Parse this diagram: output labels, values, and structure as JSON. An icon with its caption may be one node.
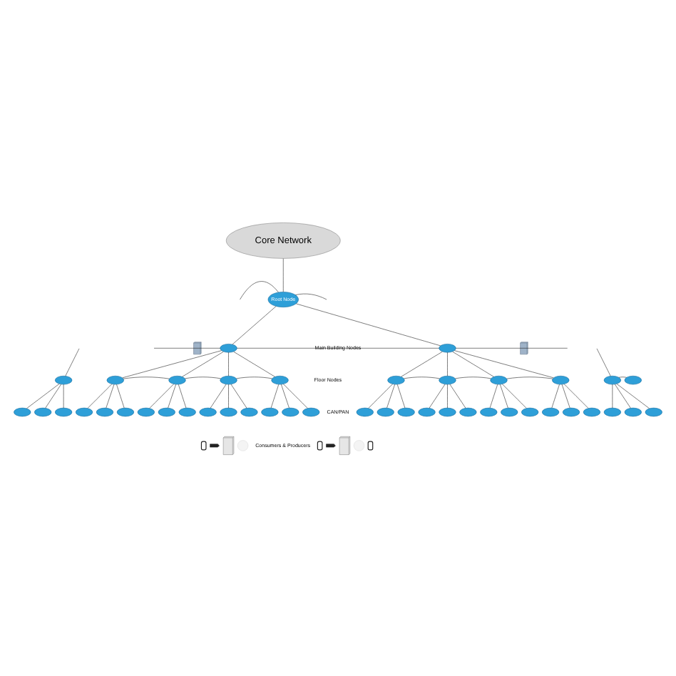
{
  "diagram": {
    "nodes": [
      {
        "text": [
          "Core Network"
        ]
      },
      {
        "text": [
          "Root Node"
        ]
      },
      {
        "text": [],
        "shape": "building"
      },
      {
        "text": [],
        "shape": "router"
      },
      {
        "text": [],
        "shape": "building"
      },
      {
        "text": [],
        "shape": "router"
      },
      {
        "text": [],
        "shape": "router"
      },
      {
        "text": [],
        "shape": "router"
      },
      {
        "text": [],
        "shape": "router"
      },
      {
        "text": [],
        "shape": "router"
      },
      {
        "text": [],
        "shape": "router"
      },
      {
        "text": [],
        "shape": "router"
      },
      {
        "text": [],
        "shape": "router"
      },
      {
        "text": [],
        "shape": "router"
      },
      {
        "text": [],
        "shape": "router"
      },
      {
        "text": [],
        "shape": "router"
      },
      {
        "text": [],
        "shape": "router"
      },
      {
        "text": [],
        "shape": "router"
      },
      {
        "text": [],
        "shape": "router"
      },
      {
        "text": [],
        "shape": "router"
      },
      {
        "text": [],
        "shape": "router"
      },
      {
        "text": [],
        "shape": "router"
      },
      {
        "text": [],
        "shape": "router"
      },
      {
        "text": [],
        "shape": "router"
      },
      {
        "text": [],
        "shape": "router"
      },
      {
        "text": [],
        "shape": "router"
      },
      {
        "text": [],
        "shape": "router"
      },
      {
        "text": [],
        "shape": "router"
      },
      {
        "text": [],
        "shape": "router"
      },
      {
        "text": [],
        "shape": "router"
      },
      {
        "text": [],
        "shape": "router"
      },
      {
        "text": [],
        "shape": "router"
      },
      {
        "text": [],
        "shape": "router"
      },
      {
        "text": [],
        "shape": "router"
      },
      {
        "text": [],
        "shape": "router"
      },
      {
        "text": [],
        "shape": "router"
      },
      {
        "text": [],
        "shape": "router"
      },
      {
        "text": [],
        "shape": "router"
      },
      {
        "text": [],
        "shape": "router"
      },
      {
        "text": [],
        "shape": "router"
      },
      {
        "text": [],
        "shape": "router"
      },
      {
        "text": [],
        "shape": "router"
      },
      {
        "text": [],
        "shape": "router"
      },
      {
        "text": [],
        "shape": "router"
      },
      {
        "text": [],
        "shape": "router"
      },
      {
        "text": [],
        "shape": "router"
      },
      {
        "text": [],
        "shape": "router"
      },
      {
        "text": [],
        "shape": "phone"
      },
      {
        "text": [],
        "shape": "camera"
      },
      {
        "text": [],
        "shape": "server"
      },
      {
        "text": [],
        "shape": "sensor"
      },
      {
        "text": [],
        "shape": "phone"
      },
      {
        "text": [],
        "shape": "camera"
      },
      {
        "text": [],
        "shape": "server"
      },
      {
        "text": [],
        "shape": "sensor"
      },
      {
        "text": [],
        "shape": "phone"
      }
    ],
    "edges": [
      {
        "from": 1,
        "to": 0,
        "arrow": "none"
      },
      {
        "from": 1,
        "to": null,
        "arrow": "none"
      },
      {
        "from": 1,
        "to": 3,
        "arrow": "none"
      },
      {
        "from": 1,
        "to": 5,
        "arrow": "none"
      },
      {
        "from": 1,
        "to": null,
        "arrow": "none"
      },
      {
        "from": null,
        "to": 3,
        "arrow": "none"
      },
      {
        "from": 3,
        "to": 5,
        "arrow": "none"
      },
      {
        "from": 5,
        "to": null,
        "arrow": "none"
      },
      {
        "from": null,
        "to": 6,
        "arrow": "none"
      },
      {
        "from": 3,
        "to": 7,
        "arrow": "none"
      },
      {
        "from": 3,
        "to": 8,
        "arrow": "none"
      },
      {
        "from": 3,
        "to": 9,
        "arrow": "none"
      },
      {
        "from": 3,
        "to": 10,
        "arrow": "none"
      },
      {
        "from": 7,
        "to": 8,
        "arrow": "none"
      },
      {
        "from": 8,
        "to": 9,
        "arrow": "none"
      },
      {
        "from": 9,
        "to": 10,
        "arrow": "none"
      },
      {
        "from": 5,
        "to": 11,
        "arrow": "none"
      },
      {
        "from": 5,
        "to": 12,
        "arrow": "none"
      },
      {
        "from": 5,
        "to": 13,
        "arrow": "none"
      },
      {
        "from": 5,
        "to": 14,
        "arrow": "none"
      },
      {
        "from": 11,
        "to": 12,
        "arrow": "none"
      },
      {
        "from": 12,
        "to": 13,
        "arrow": "none"
      },
      {
        "from": 13,
        "to": 14,
        "arrow": "none"
      },
      {
        "from": null,
        "to": 15,
        "arrow": "none"
      },
      {
        "from": 15,
        "to": 16,
        "arrow": "none"
      },
      {
        "from": 6,
        "to": 17,
        "arrow": "none"
      },
      {
        "from": 6,
        "to": 18,
        "arrow": "none"
      },
      {
        "from": 6,
        "to": 19,
        "arrow": "none"
      },
      {
        "from": 7,
        "to": 20,
        "arrow": "none"
      },
      {
        "from": 7,
        "to": 21,
        "arrow": "none"
      },
      {
        "from": 7,
        "to": 22,
        "arrow": "none"
      },
      {
        "from": 8,
        "to": 23,
        "arrow": "none"
      },
      {
        "from": 8,
        "to": 24,
        "arrow": "none"
      },
      {
        "from": 8,
        "to": 25,
        "arrow": "none"
      },
      {
        "from": 9,
        "to": 26,
        "arrow": "none"
      },
      {
        "from": 9,
        "to": 27,
        "arrow": "none"
      },
      {
        "from": 9,
        "to": 28,
        "arrow": "none"
      },
      {
        "from": 10,
        "to": 29,
        "arrow": "none"
      },
      {
        "from": 10,
        "to": 30,
        "arrow": "none"
      },
      {
        "from": 10,
        "to": 31,
        "arrow": "none"
      },
      {
        "from": 11,
        "to": 32,
        "arrow": "none"
      },
      {
        "from": 11,
        "to": 33,
        "arrow": "none"
      },
      {
        "from": 11,
        "to": 34,
        "arrow": "none"
      },
      {
        "from": 12,
        "to": 35,
        "arrow": "none"
      },
      {
        "from": 12,
        "to": 36,
        "arrow": "none"
      },
      {
        "from": 12,
        "to": 37,
        "arrow": "none"
      },
      {
        "from": 13,
        "to": 38,
        "arrow": "none"
      },
      {
        "from": 13,
        "to": 39,
        "arrow": "none"
      },
      {
        "from": 13,
        "to": 40,
        "arrow": "none"
      },
      {
        "from": 14,
        "to": 41,
        "arrow": "none"
      },
      {
        "from": 14,
        "to": 42,
        "arrow": "none"
      },
      {
        "from": 14,
        "to": 43,
        "arrow": "none"
      },
      {
        "from": 15,
        "to": 44,
        "arrow": "none"
      },
      {
        "from": 15,
        "to": 45,
        "arrow": "none"
      },
      {
        "from": 15,
        "to": 46,
        "arrow": "none"
      }
    ],
    "labels": [
      "Main Building Nodes",
      "Floor Nodes",
      "CAN/PAN",
      "Consumers & Producers"
    ]
  }
}
